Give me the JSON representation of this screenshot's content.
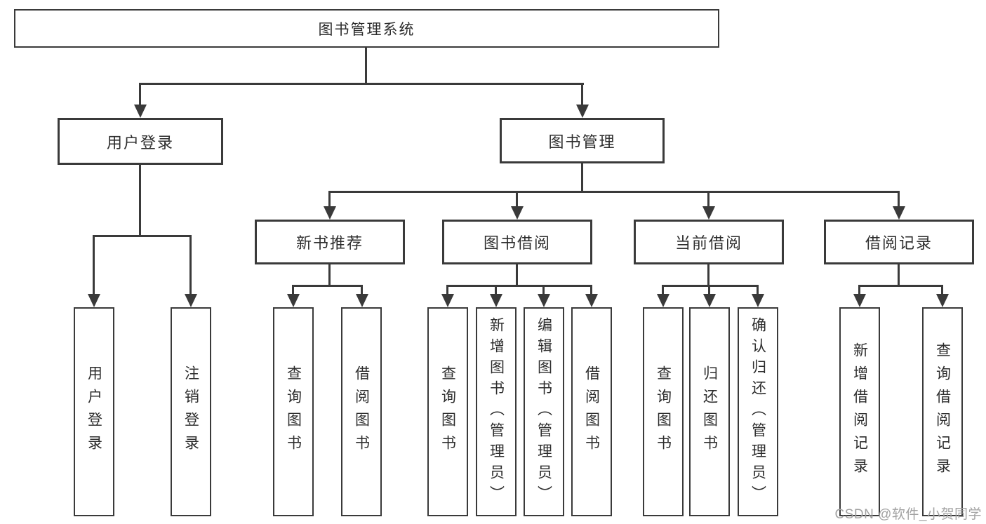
{
  "diagram_title": "图书管理系统",
  "tree": {
    "label": "图书管理系统",
    "children": [
      {
        "label": "用户登录",
        "children": [
          {
            "label": "用户登录"
          },
          {
            "label": "注销登录"
          }
        ]
      },
      {
        "label": "图书管理",
        "children": [
          {
            "label": "新书推荐",
            "children": [
              {
                "label": "查询图书"
              },
              {
                "label": "借阅图书"
              }
            ]
          },
          {
            "label": "图书借阅",
            "children": [
              {
                "label": "查询图书"
              },
              {
                "label": "新增图书（管理员）"
              },
              {
                "label": "编辑图书（管理员）"
              },
              {
                "label": "借阅图书"
              }
            ]
          },
          {
            "label": "当前借阅",
            "children": [
              {
                "label": "查询图书"
              },
              {
                "label": "归还图书"
              },
              {
                "label": "确认归还（管理员）"
              }
            ]
          },
          {
            "label": "借阅记录",
            "children": [
              {
                "label": "新增借阅记录"
              },
              {
                "label": "查询借阅记录"
              }
            ]
          }
        ]
      }
    ]
  },
  "watermark": {
    "text": "CSDN @软件_小贺同学"
  },
  "colors": {
    "line": "#3a3a3a",
    "text": "#2d2d2d",
    "background": "#ffffff",
    "watermark": "#a2a2a2"
  }
}
